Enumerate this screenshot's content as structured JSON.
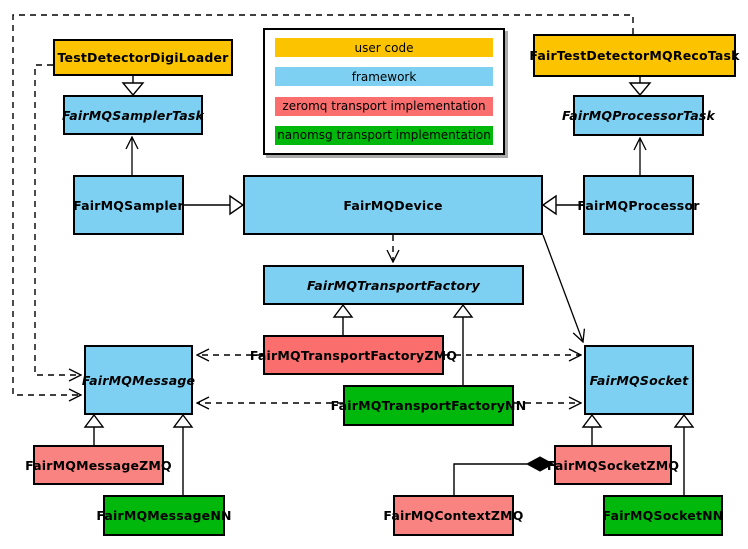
{
  "palette": {
    "user_code": "#FCC400",
    "framework": "#7DD0F2",
    "zeromq": "#FA6E6E",
    "zeromq_light": "#F98381",
    "nanomsg": "#00B80B"
  },
  "legend": {
    "items": [
      {
        "label": "user code",
        "color": "#FCC400",
        "category": "user_code"
      },
      {
        "label": "framework",
        "color": "#7DD0F2",
        "category": "framework"
      },
      {
        "label": "zeromq transport implementation",
        "color": "#FA6E6E",
        "category": "zeromq"
      },
      {
        "label": "nanomsg transport implementation",
        "color": "#00B80B",
        "category": "nanomsg"
      }
    ]
  },
  "nodes": {
    "digiLoader": {
      "label": "TestDetectorDigiLoader",
      "category": "user_code",
      "abstract": false
    },
    "samplerTask": {
      "label": "FairMQSamplerTask",
      "category": "framework",
      "abstract": true
    },
    "recoTask": {
      "label": "FairTestDetectorMQRecoTask",
      "category": "user_code",
      "abstract": false
    },
    "processorTask": {
      "label": "FairMQProcessorTask",
      "category": "framework",
      "abstract": true
    },
    "sampler": {
      "label": "FairMQSampler",
      "category": "framework",
      "abstract": false
    },
    "device": {
      "label": "FairMQDevice",
      "category": "framework",
      "abstract": false
    },
    "processor": {
      "label": "FairMQProcessor",
      "category": "framework",
      "abstract": false
    },
    "transportFactory": {
      "label": "FairMQTransportFactory",
      "category": "framework",
      "abstract": true
    },
    "transportFactoryZMQ": {
      "label": "FairMQTransportFactoryZMQ",
      "category": "zeromq",
      "abstract": false
    },
    "transportFactoryNN": {
      "label": "FairMQTransportFactoryNN",
      "category": "nanomsg",
      "abstract": false
    },
    "message": {
      "label": "FairMQMessage",
      "category": "framework",
      "abstract": true
    },
    "socket": {
      "label": "FairMQSocket",
      "category": "framework",
      "abstract": true
    },
    "messageZMQ": {
      "label": "FairMQMessageZMQ",
      "category": "zeromq",
      "abstract": false
    },
    "messageNN": {
      "label": "FairMQMessageNN",
      "category": "nanomsg",
      "abstract": false
    },
    "contextZMQ": {
      "label": "FairMQContextZMQ",
      "category": "zeromq",
      "abstract": false
    },
    "socketZMQ": {
      "label": "FairMQSocketZMQ",
      "category": "zeromq",
      "abstract": false
    },
    "socketNN": {
      "label": "FairMQSocketNN",
      "category": "nanomsg",
      "abstract": false
    }
  },
  "edges": [
    {
      "from": "TestDetectorDigiLoader",
      "to": "FairMQSamplerTask",
      "type": "inheritance"
    },
    {
      "from": "FairTestDetectorMQRecoTask",
      "to": "FairMQProcessorTask",
      "type": "inheritance"
    },
    {
      "from": "FairMQSampler",
      "to": "FairMQDevice",
      "type": "inheritance"
    },
    {
      "from": "FairMQProcessor",
      "to": "FairMQDevice",
      "type": "inheritance"
    },
    {
      "from": "FairMQSampler",
      "to": "FairMQSamplerTask",
      "type": "association"
    },
    {
      "from": "FairMQProcessor",
      "to": "FairMQProcessorTask",
      "type": "association"
    },
    {
      "from": "FairMQDevice",
      "to": "FairMQTransportFactory",
      "type": "dependency"
    },
    {
      "from": "FairMQDevice",
      "to": "FairMQSocket",
      "type": "association"
    },
    {
      "from": "FairMQTransportFactoryZMQ",
      "to": "FairMQTransportFactory",
      "type": "inheritance"
    },
    {
      "from": "FairMQTransportFactoryNN",
      "to": "FairMQTransportFactory",
      "type": "inheritance"
    },
    {
      "from": "FairMQTransportFactoryZMQ",
      "to": "FairMQMessage",
      "type": "dependency"
    },
    {
      "from": "FairMQTransportFactoryZMQ",
      "to": "FairMQSocket",
      "type": "dependency"
    },
    {
      "from": "FairMQTransportFactoryNN",
      "to": "FairMQMessage",
      "type": "dependency"
    },
    {
      "from": "FairMQTransportFactoryNN",
      "to": "FairMQSocket",
      "type": "dependency"
    },
    {
      "from": "TestDetectorDigiLoader",
      "to": "FairMQMessage",
      "type": "dependency"
    },
    {
      "from": "FairTestDetectorMQRecoTask",
      "to": "FairMQMessage",
      "type": "dependency"
    },
    {
      "from": "FairMQMessageZMQ",
      "to": "FairMQMessage",
      "type": "inheritance"
    },
    {
      "from": "FairMQMessageNN",
      "to": "FairMQMessage",
      "type": "inheritance"
    },
    {
      "from": "FairMQSocketZMQ",
      "to": "FairMQSocket",
      "type": "inheritance"
    },
    {
      "from": "FairMQSocketNN",
      "to": "FairMQSocket",
      "type": "inheritance"
    },
    {
      "from": "FairMQSocketZMQ",
      "to": "FairMQContextZMQ",
      "type": "composition"
    }
  ]
}
